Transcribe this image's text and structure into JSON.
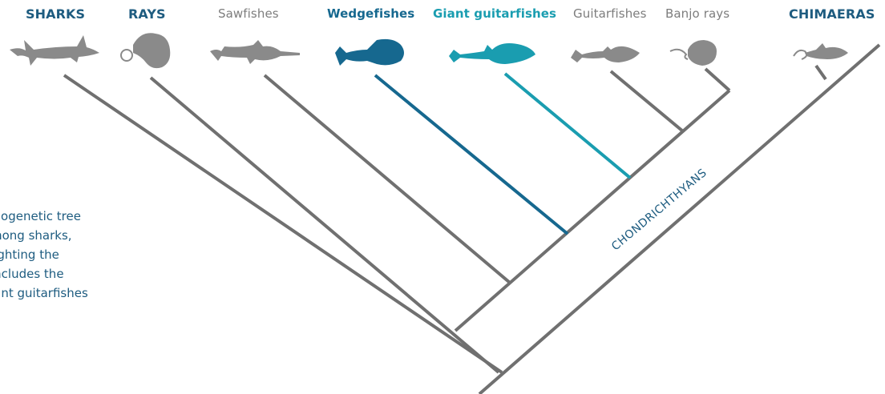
{
  "taxa": {
    "sharks": "SHARKS",
    "rays": "RAYS",
    "sawfishes": "Sawfishes",
    "wedgefishes": "Wedgefishes",
    "giant_guitarfishes": "Giant guitarfishes",
    "guitarfishes": "Guitarfishes",
    "banjo_rays": "Banjo rays",
    "chimaeras": "CHIMAERAS"
  },
  "caption": {
    "line1": "ylogenetic tree",
    "line2": "mong sharks,",
    "line3": "lighting the",
    "line4": "includes the",
    "line5": "iant guitarfishes"
  },
  "clade_label": "CHONDRICHTHYANS",
  "colors": {
    "branch_gray": "#707070",
    "silhouette_gray": "#8a8a8a",
    "wedgefish_blue": "#16688f",
    "giant_guitarfish_teal": "#1a9db0",
    "label_navy": "#1e5c80"
  }
}
